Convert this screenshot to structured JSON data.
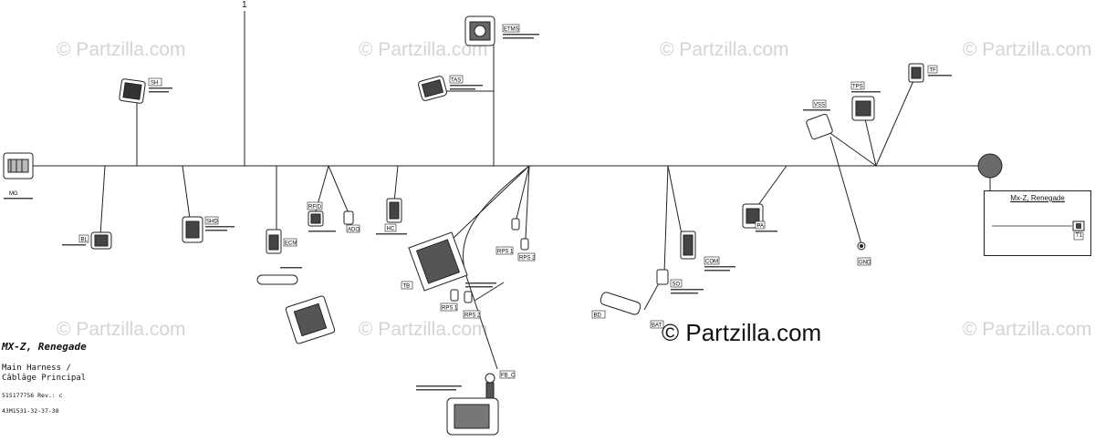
{
  "watermark_text": "© Partzilla.com",
  "brand_text": "© Partzilla.com",
  "reference_number": "1",
  "title": {
    "model": "MX-Z, Renegade",
    "line1": "Main Harness /",
    "line2": "Câblâge Principal",
    "ref1": "515177756 Rev.: c",
    "ref2": "43M1531-32-37-38"
  },
  "inset": {
    "title": "Mx-Z, Renegade",
    "label": "T1"
  },
  "connectors": [
    {
      "id": "MG",
      "label": "MG"
    },
    {
      "id": "SH",
      "label": "SH"
    },
    {
      "id": "BL",
      "label": "BL"
    },
    {
      "id": "SHD",
      "label": "SHD"
    },
    {
      "id": "ECM",
      "label": "ECM"
    },
    {
      "id": "RFID",
      "label": "RFID"
    },
    {
      "id": "ADO",
      "label": "ADO"
    },
    {
      "id": "HC",
      "label": "HC"
    },
    {
      "id": "ETMS",
      "label": "ETMS"
    },
    {
      "id": "TAS",
      "label": "TAS"
    },
    {
      "id": "TB",
      "label": "TB"
    },
    {
      "id": "RPS1",
      "label": "RPS 1"
    },
    {
      "id": "RPS2",
      "label": "RPS 2"
    },
    {
      "id": "RPS1b",
      "label": "RPS 1"
    },
    {
      "id": "RPS2b",
      "label": "RPS 2"
    },
    {
      "id": "FB",
      "label": "FB_C"
    },
    {
      "id": "COM",
      "label": "COM"
    },
    {
      "id": "SO",
      "label": "SO"
    },
    {
      "id": "BAT",
      "label": "BAT"
    },
    {
      "id": "BD",
      "label": "BD"
    },
    {
      "id": "PA",
      "label": "PA"
    },
    {
      "id": "VSS",
      "label": "VSS"
    },
    {
      "id": "GND",
      "label": "GND"
    },
    {
      "id": "TPS",
      "label": "TPS"
    },
    {
      "id": "TF",
      "label": "TF"
    }
  ]
}
